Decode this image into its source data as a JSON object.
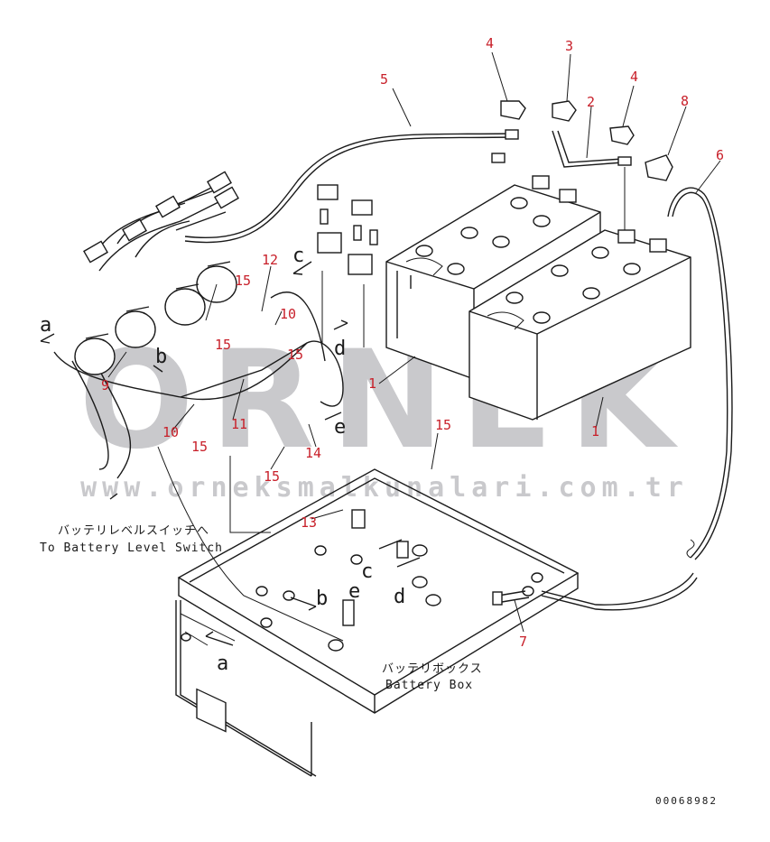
{
  "watermark": {
    "brand": "ORNEK",
    "url": "www.orneksmalkunalari.com.tr"
  },
  "callouts": {
    "c1a": "1",
    "c1b": "1",
    "c2": "2",
    "c3": "3",
    "c4a": "4",
    "c4b": "4",
    "c5": "5",
    "c6": "6",
    "c7": "7",
    "c8": "8",
    "c9": "9",
    "c10a": "10",
    "c10b": "10",
    "c11": "11",
    "c12": "12",
    "c13": "13",
    "c14": "14",
    "c15a": "15",
    "c15b": "15",
    "c15c": "15",
    "c15d": "15",
    "c15e": "15",
    "c15f": "15"
  },
  "letters": {
    "a_top": "a",
    "a_bot": "a",
    "b_top": "b",
    "b_bot": "b",
    "c_top": "c",
    "c_bot": "c",
    "d_top": "d",
    "d_bot": "d",
    "e_top": "e",
    "e_bot": "e"
  },
  "notes": {
    "level_switch_jp": "バッテリレベルスイッチへ",
    "level_switch_en": "To Battery Level Switch",
    "battery_box_jp": "バッテリボックス",
    "battery_box_en": "Battery Box"
  },
  "document_number": "00068982"
}
